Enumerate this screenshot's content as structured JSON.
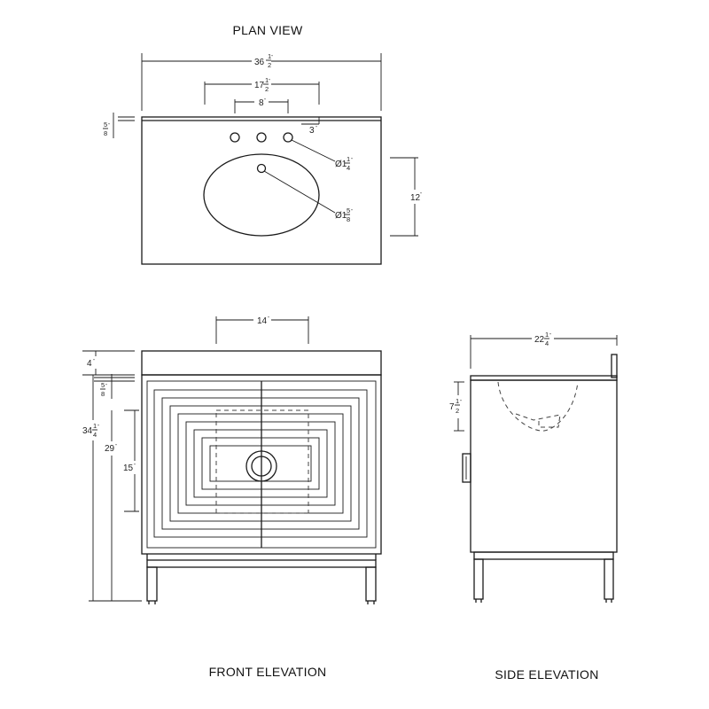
{
  "titles": {
    "plan": "PLAN VIEW",
    "front": "FRONT ELEVATION",
    "side": "SIDE ELEVATION"
  },
  "dims": {
    "plan_width": {
      "whole": "36",
      "num": "1",
      "den": "2"
    },
    "faucet_span": {
      "whole": "17",
      "num": "1",
      "den": "2"
    },
    "faucet_spacing": {
      "text": "8"
    },
    "top_thickness": {
      "whole": "",
      "num": "5",
      "den": "8"
    },
    "backsplash_offset": {
      "text": "3"
    },
    "faucet_hole": {
      "whole": "Ø1",
      "num": "1",
      "den": "4"
    },
    "drain_hole": {
      "whole": "Ø1",
      "num": "5",
      "den": "8"
    },
    "plan_depth": {
      "text": "12"
    },
    "basin_width": {
      "text": "14"
    },
    "top_height": {
      "text": "4"
    },
    "front_top_thickness": {
      "whole": "",
      "num": "5",
      "den": "8"
    },
    "overall_height": {
      "whole": "34",
      "num": "1",
      "den": "4"
    },
    "counter_height": {
      "text": "29"
    },
    "basin_height": {
      "text": "15"
    },
    "side_depth": {
      "whole": "22",
      "num": "1",
      "den": "4"
    },
    "basin_depth": {
      "whole": "7",
      "num": "1",
      "den": "2"
    }
  },
  "inch_mark": "\""
}
